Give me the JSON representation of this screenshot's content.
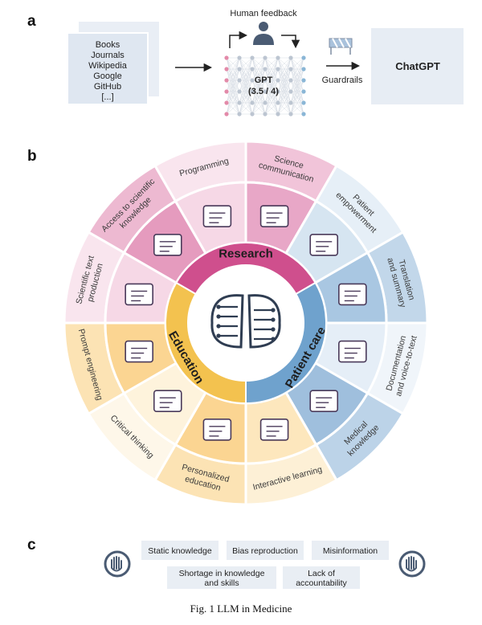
{
  "panel_labels": {
    "a": "a",
    "b": "b",
    "c": "c"
  },
  "panel_a": {
    "sources": [
      "Books",
      "Journals",
      "Wikipedia",
      "Google",
      "GitHub",
      "[...]"
    ],
    "human_feedback": "Human feedback",
    "model_line1": "GPT",
    "model_line2": "(3.5 / 4)",
    "guardrails": "Guardrails",
    "product": "ChatGPT"
  },
  "wheel": {
    "center_icon": "brain-circuit-icon",
    "middle_ring": [
      {
        "label": "Research",
        "color": "#cf4f8d"
      },
      {
        "label": "Patient care",
        "color": "#6fa2cd"
      },
      {
        "label": "Education",
        "color": "#f3c24f"
      }
    ],
    "outer_items": [
      {
        "lines": [
          "Science",
          "communication"
        ],
        "icon": "chart-monitor-icon",
        "inner": "#e8a7c7",
        "outer": "#f1c4d9"
      },
      {
        "lines": [
          "Patient",
          "empowerment"
        ],
        "icon": "heart-tablet-icon",
        "inner": "#d6e5f1",
        "outer": "#e6eff7"
      },
      {
        "lines": [
          "Translation",
          "and summary"
        ],
        "icon": "translate-icon",
        "inner": "#a9c7e2",
        "outer": "#c2d7ea"
      },
      {
        "lines": [
          "Documentation",
          "and voice-to-text"
        ],
        "icon": "documents-icon",
        "inner": "#e5eef7",
        "outer": "#f0f5fa"
      },
      {
        "lines": [
          "Medical",
          "knowledge"
        ],
        "icon": "brain-icon",
        "inner": "#9fbfdd",
        "outer": "#bcd3e8"
      },
      {
        "lines": [
          "Interactive learning"
        ],
        "icon": "tablet-learning-icon",
        "inner": "#fde7bd",
        "outer": "#fdf0d6"
      },
      {
        "lines": [
          "Personalized",
          "education"
        ],
        "icon": "person-screen-icon",
        "inner": "#fbd592",
        "outer": "#fce3b4"
      },
      {
        "lines": [
          "Critical thinking"
        ],
        "icon": "head-thinking-icon",
        "inner": "#fef3dc",
        "outer": "#fef7e9"
      },
      {
        "lines": [
          "Prompt engineering"
        ],
        "icon": "terminal-icon",
        "inner": "#fbd592",
        "outer": "#fce3b4"
      },
      {
        "lines": [
          "Scientific text",
          "production"
        ],
        "icon": "atom-document-icon",
        "inner": "#f6d8e6",
        "outer": "#f9e5ee"
      },
      {
        "lines": [
          "Access to scientific",
          "knowledge"
        ],
        "icon": "presenter-icon",
        "inner": "#e59bbe",
        "outer": "#edb9d1"
      },
      {
        "lines": [
          "Programming"
        ],
        "icon": "laptop-code-icon",
        "inner": "#f6d8e6",
        "outer": "#f9e5ee"
      }
    ]
  },
  "panel_c": {
    "left_icon": "stop-hand-icon",
    "right_icon": "stop-hand-icon",
    "row1": [
      "Static knowledge",
      "Bias reproduction",
      "Misinformation"
    ],
    "row2": [
      [
        "Shortage in knowledge",
        "and skills"
      ],
      [
        "Lack of",
        "accountability"
      ]
    ]
  },
  "caption": "Fig. 1 LLM in Medicine"
}
